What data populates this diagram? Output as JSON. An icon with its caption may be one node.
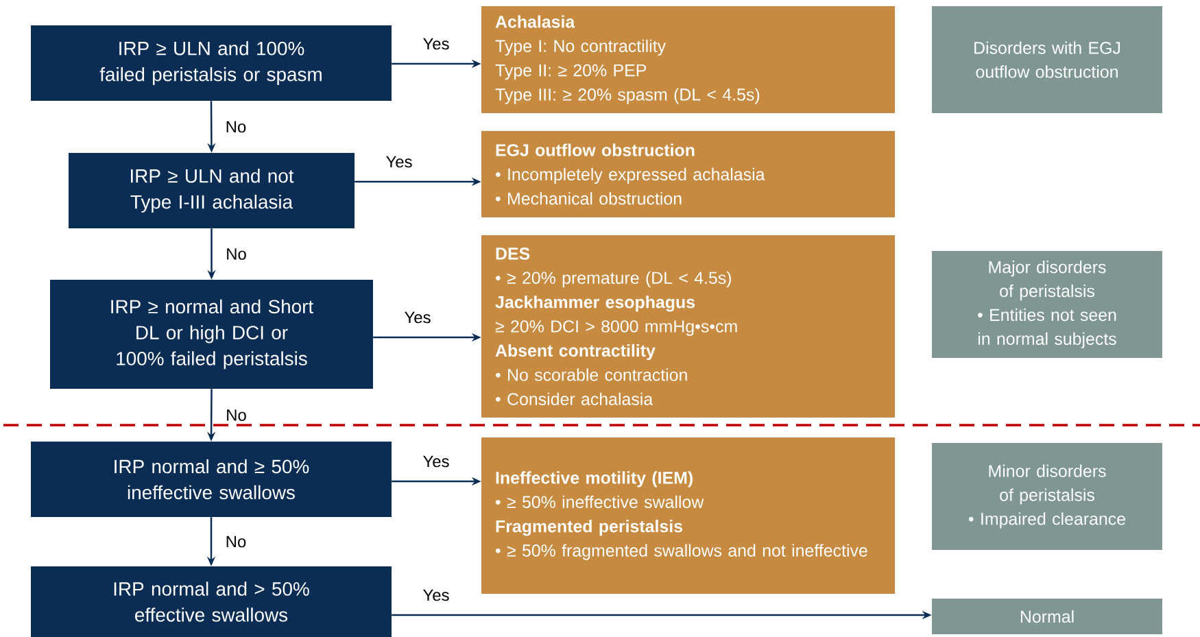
{
  "diagram": {
    "nodes": [
      {
        "text": [
          "IRP ≥ ULN and 100% failed peristalsis or spasm"
        ]
      },
      {
        "text": [
          "Achalasia",
          "Type I: No contractility",
          "Type II: ≥ 20% PEP",
          "Type III: ≥ 20% spasm (DL < 4.5s)"
        ]
      },
      {
        "text": [
          "Disorders with EGJ outflow obstruction"
        ]
      },
      {
        "text": [
          "IRP ≥ ULN and not Type I-III achalasia"
        ]
      },
      {
        "text": [
          "EGJ outflow obstruction",
          "• Incompletely expressed achalasia",
          "• Mechanical obstruction"
        ]
      },
      {
        "text": [
          "IRP ≥ normal and Short DL or high DCI or 100% failed peristalsis"
        ]
      },
      {
        "text": [
          "DES",
          "• ≥ 20% premature (DL < 4.5s)",
          "Jackhammer esophagus",
          "≥ 20% DCI > 8000 mmHg•s•cm",
          "Absent contractility",
          "• No scorable contraction",
          "• Consider achalasia"
        ]
      },
      {
        "text": [
          "Major disorders of peristalsis",
          "• Entities not seen in normal subjects"
        ]
      },
      {
        "text": [
          "IRP normal and ≥ 50% ineffective swallows"
        ]
      },
      {
        "text": [
          "Ineffective motility (IEM)",
          "• ≥ 50% ineffective swallow",
          "Fragmented peristalsis",
          "• ≥ 50% fragmented swallows and not ineffective"
        ]
      },
      {
        "text": [
          "Minor disorders of peristalsis",
          "• Impaired clearance"
        ]
      },
      {
        "text": [
          "IRP normal and > 50% effective swallows"
        ]
      },
      {
        "text": [
          "Normal"
        ]
      }
    ],
    "edges": [
      {
        "from": 0,
        "to": 1,
        "arrow": "to",
        "label": "Yes"
      },
      {
        "from": 0,
        "to": 3,
        "arrow": "to",
        "label": "No"
      },
      {
        "from": 3,
        "to": 4,
        "arrow": "to",
        "label": "Yes"
      },
      {
        "from": 3,
        "to": 5,
        "arrow": "to",
        "label": "No"
      },
      {
        "from": 5,
        "to": 6,
        "arrow": "to",
        "label": "Yes"
      },
      {
        "from": 5,
        "to": 8,
        "arrow": "to",
        "label": "No"
      },
      {
        "from": 8,
        "to": 9,
        "arrow": "to",
        "label": "Yes"
      },
      {
        "from": 8,
        "to": 11,
        "arrow": "to",
        "label": "No"
      },
      {
        "from": 11,
        "to": 12,
        "arrow": "to",
        "label": "Yes"
      }
    ]
  }
}
